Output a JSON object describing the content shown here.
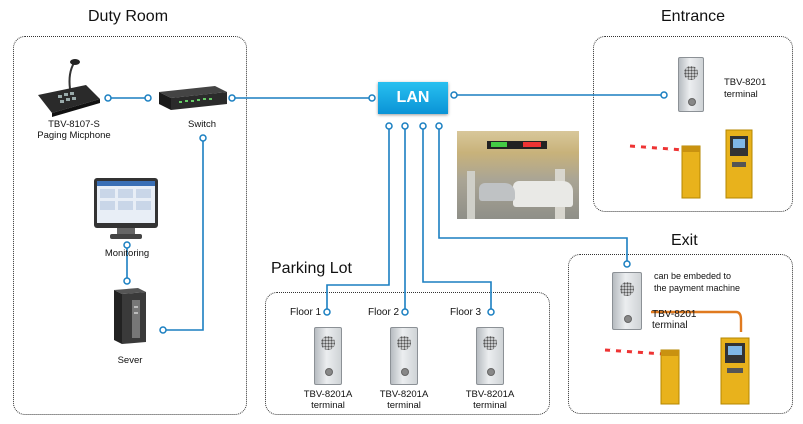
{
  "zones": {
    "duty_room": "Duty Room",
    "entrance": "Entrance",
    "exit": "Exit",
    "parking_lot": "Parking Lot"
  },
  "hub": {
    "label": "LAN"
  },
  "devices": {
    "paging_mic": [
      "TBV-8107-S",
      "Paging Micphone"
    ],
    "switch": "Switch",
    "monitoring": "Monitoring",
    "server": "Sever",
    "entrance_terminal": [
      "TBV-8201",
      "terminal"
    ],
    "exit_terminal": [
      "TBV-8201",
      "terminal"
    ],
    "exit_note": [
      "can be embeded to",
      "the payment machine"
    ]
  },
  "floors": [
    {
      "name": "Floor 1",
      "model": "TBV-8201A",
      "type": "terminal"
    },
    {
      "name": "Floor 2",
      "model": "TBV-8201A",
      "type": "terminal"
    },
    {
      "name": "Floor 3",
      "model": "TBV-8201A",
      "type": "terminal"
    }
  ],
  "colors": {
    "link": "#1a7fc1",
    "accent_line": "#e07a1f",
    "lan_box": "#0a9fdf",
    "barrier": "#e8b21c"
  }
}
